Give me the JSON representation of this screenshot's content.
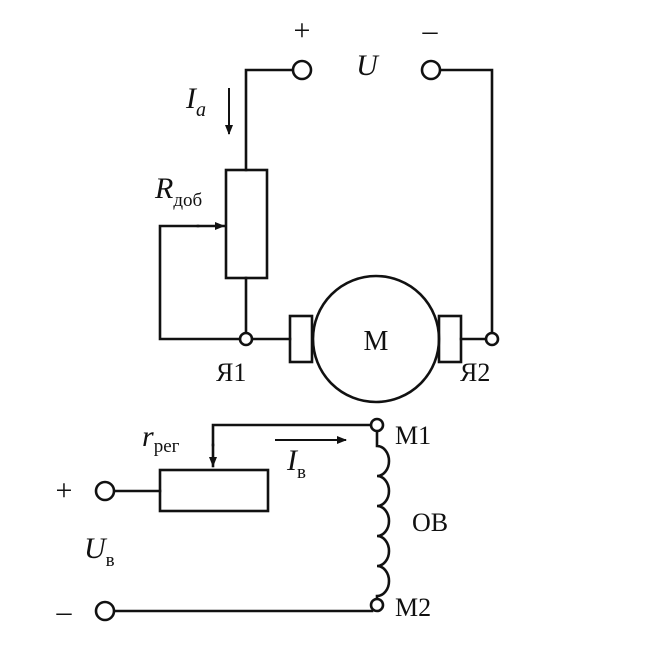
{
  "armature_supply": {
    "plus_sign": "+",
    "minus_sign": "–",
    "voltage_symbol": "U"
  },
  "armature_current": {
    "symbol": "I",
    "subscript": "a"
  },
  "added_resistor": {
    "symbol": "R",
    "subscript": "доб"
  },
  "motor": {
    "label": "M",
    "terminal_1": "Я1",
    "terminal_2": "Я2"
  },
  "field_regulator": {
    "symbol": "r",
    "subscript": "рег"
  },
  "field_current": {
    "symbol": "I",
    "subscript": "в"
  },
  "field_winding": {
    "label": "ОВ",
    "terminal_1": "М1",
    "terminal_2": "М2"
  },
  "field_supply": {
    "plus_sign": "+",
    "minus_sign": "–",
    "voltage_symbol": "U",
    "voltage_subscript": "в"
  }
}
